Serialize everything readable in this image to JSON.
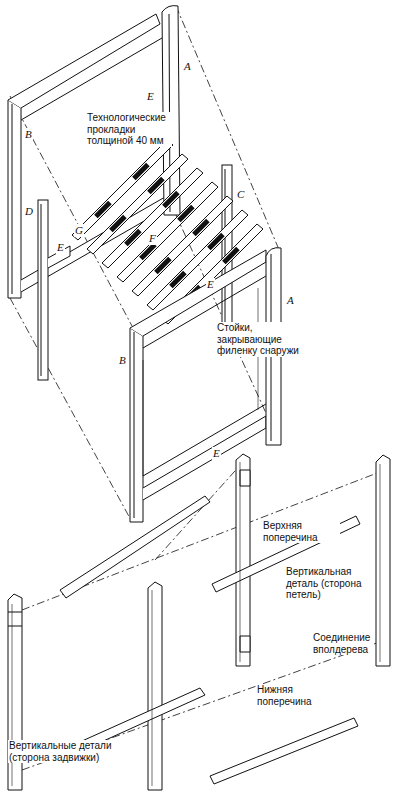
{
  "diagram": {
    "labels": [
      "E",
      "A",
      "B",
      "Технологические прокладки толщиной 40 мм",
      "C",
      "D",
      "G",
      "F",
      "E",
      "E",
      "Стойки, закрывающие филенку снаружи",
      "A",
      "B",
      "E",
      "Верхняя поперечина",
      "Вертикальная деталь (сторона петель)",
      "Соединение вполдерева",
      "Нижняя поперечина",
      "Вертикальные детали (сторона задвижки)"
    ]
  }
}
